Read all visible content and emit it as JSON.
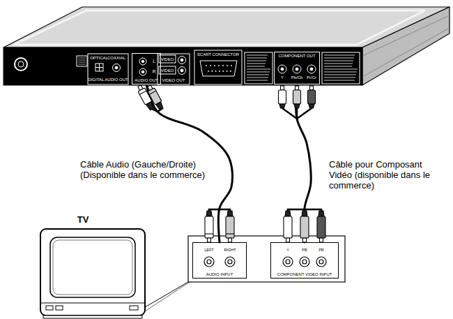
{
  "diagram": {
    "nodes": [
      {
        "text": [
          "AUDIO OUT"
        ]
      },
      {
        "text": [
          "COMPONENT OUT"
        ]
      },
      {
        "text": [
          "AUDIO INPUT"
        ]
      },
      {
        "text": [
          "COMPONENT VIDEO INPUT"
        ]
      }
    ],
    "edges": [
      {
        "from": 0,
        "to": 2,
        "arrow": "none"
      },
      {
        "from": 1,
        "to": 3,
        "arrow": "none"
      }
    ],
    "labels": [
      "OPTICAL",
      "COAXIAL",
      "DIGITAL AUDIO OUT",
      "L",
      "R",
      "VIDEO",
      "VIDEO",
      "VIDEO OUT",
      "SCART CONNECTOR",
      "Y",
      "Pb/Cb",
      "Pr/Cr",
      "TV",
      "Câble Audio (Gauche/Droite) (Disponible dans le commerce)",
      "Câble pour Composant Vidéo (disponible dans le commerce)",
      "LEFT",
      "RIGHT",
      "Y",
      "PB",
      "PR"
    ]
  }
}
